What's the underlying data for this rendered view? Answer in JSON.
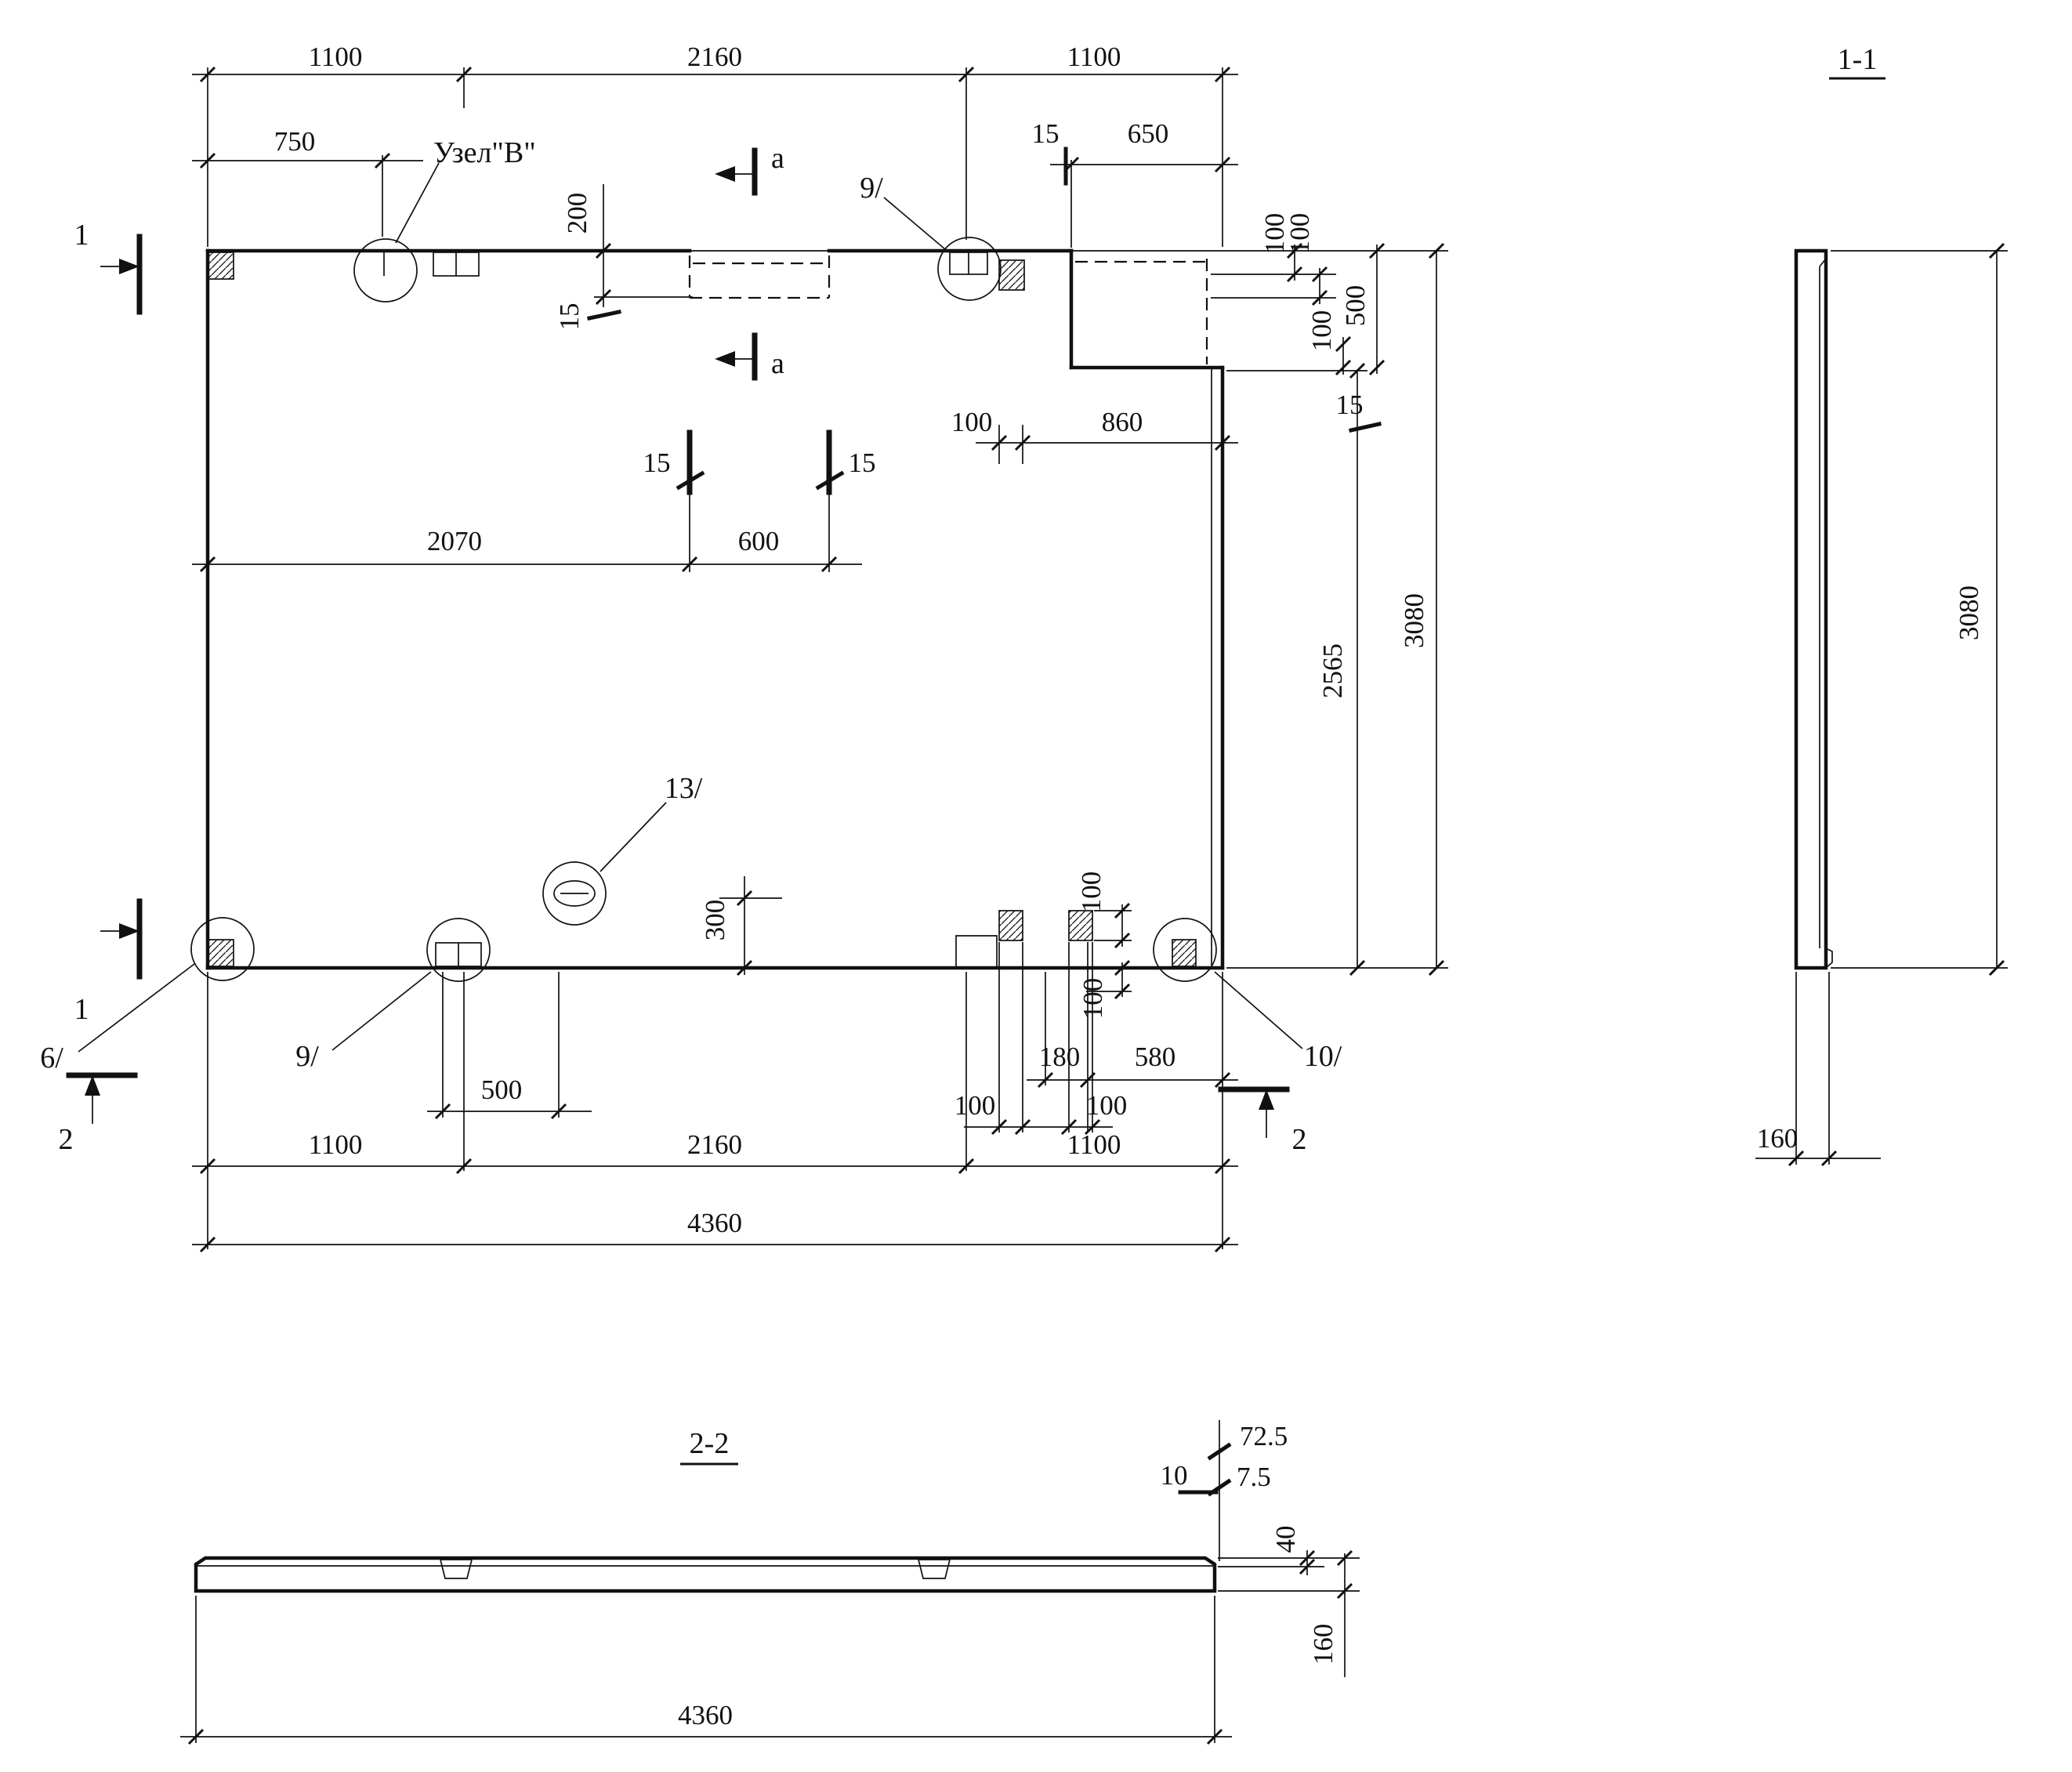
{
  "palette": {
    "ink": "#111111",
    "paper": "#ffffff"
  },
  "callouts": {
    "uzel": "Узел\"В\"",
    "c9_top": "9/",
    "c9_bot": "9/",
    "c6": "6/",
    "c10": "10/",
    "c13": "13/"
  },
  "markers": {
    "a_top": "a",
    "a_bot": "a",
    "s1_top": "1",
    "s1_bot": "1",
    "s2_left": "2",
    "s2_right": "2"
  },
  "plan_dims": {
    "top1100L": "1100",
    "top2160": "2160",
    "top1100R": "1100",
    "d750": "750",
    "d15_notch": "15",
    "d650": "650",
    "d200": "200",
    "d15_recess": "15",
    "d100_notch": "100",
    "d860": "860",
    "d15_openL": "15",
    "d15_openR": "15",
    "d2070": "2070",
    "d600": "600",
    "r100a": "100",
    "r100b": "100",
    "r100c": "100",
    "r500": "500",
    "r15": "15",
    "r2565": "2565",
    "r3080": "3080",
    "d300": "300",
    "b100_top": "100",
    "b100_bot": "100",
    "d500b": "500",
    "d180": "180",
    "d580": "580",
    "c100a": "100",
    "c100b": "100",
    "bot1100L": "1100",
    "bot2160": "2160",
    "bot1100R": "1100",
    "total": "4360"
  },
  "section11": {
    "title": "1-1",
    "d3080": "3080",
    "d160": "160"
  },
  "section22": {
    "title": "2-2",
    "d72_5": "72.5",
    "d10": "10",
    "d7_5": "7.5",
    "d40": "40",
    "d160": "160",
    "d4360": "4360"
  }
}
